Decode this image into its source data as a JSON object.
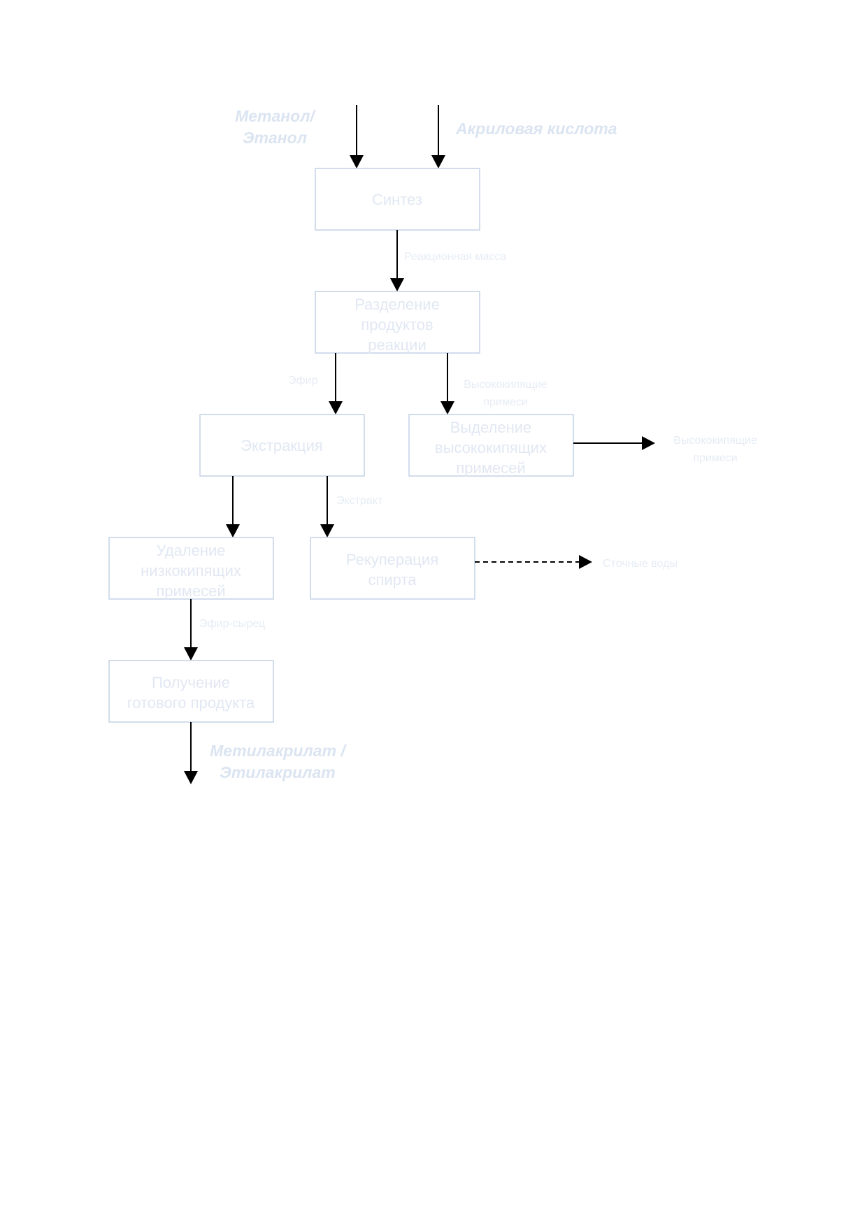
{
  "inputs": {
    "methanol_line1": "Метанол/",
    "methanol_line2": "Этанол",
    "acrylic_acid": "Акриловая кислота"
  },
  "boxes": {
    "synthesis": [
      "Синтез"
    ],
    "separation": [
      "Разделение",
      "продуктов",
      "реакции"
    ],
    "extraction": [
      "Экстракция"
    ],
    "high_boiling_separation": [
      "Выделение",
      "высококипящих",
      "примесей"
    ],
    "low_boiling_removal": [
      "Удаление",
      "низкокипящих",
      "примесей"
    ],
    "alcohol_recovery": [
      "Рекуперация",
      "спирта"
    ],
    "final_product": [
      "Получение",
      "готового продукта"
    ]
  },
  "edge_labels": {
    "reaction_mass": "Реакционная масса",
    "ether": "Эфир",
    "high_boiling_impurities_line1": "Высококипящие",
    "high_boiling_impurities_line2": "примеси",
    "extract": "Экстракт",
    "raw_ether": "Эфир-сырец"
  },
  "outputs": {
    "high_boiling_impurities_line1": "Высококипящие",
    "high_boiling_impurities_line2": "примеси",
    "wastewater": "Сточные воды",
    "product_line1": "Метилакрилат /",
    "product_line2": "Этилакрилат"
  }
}
